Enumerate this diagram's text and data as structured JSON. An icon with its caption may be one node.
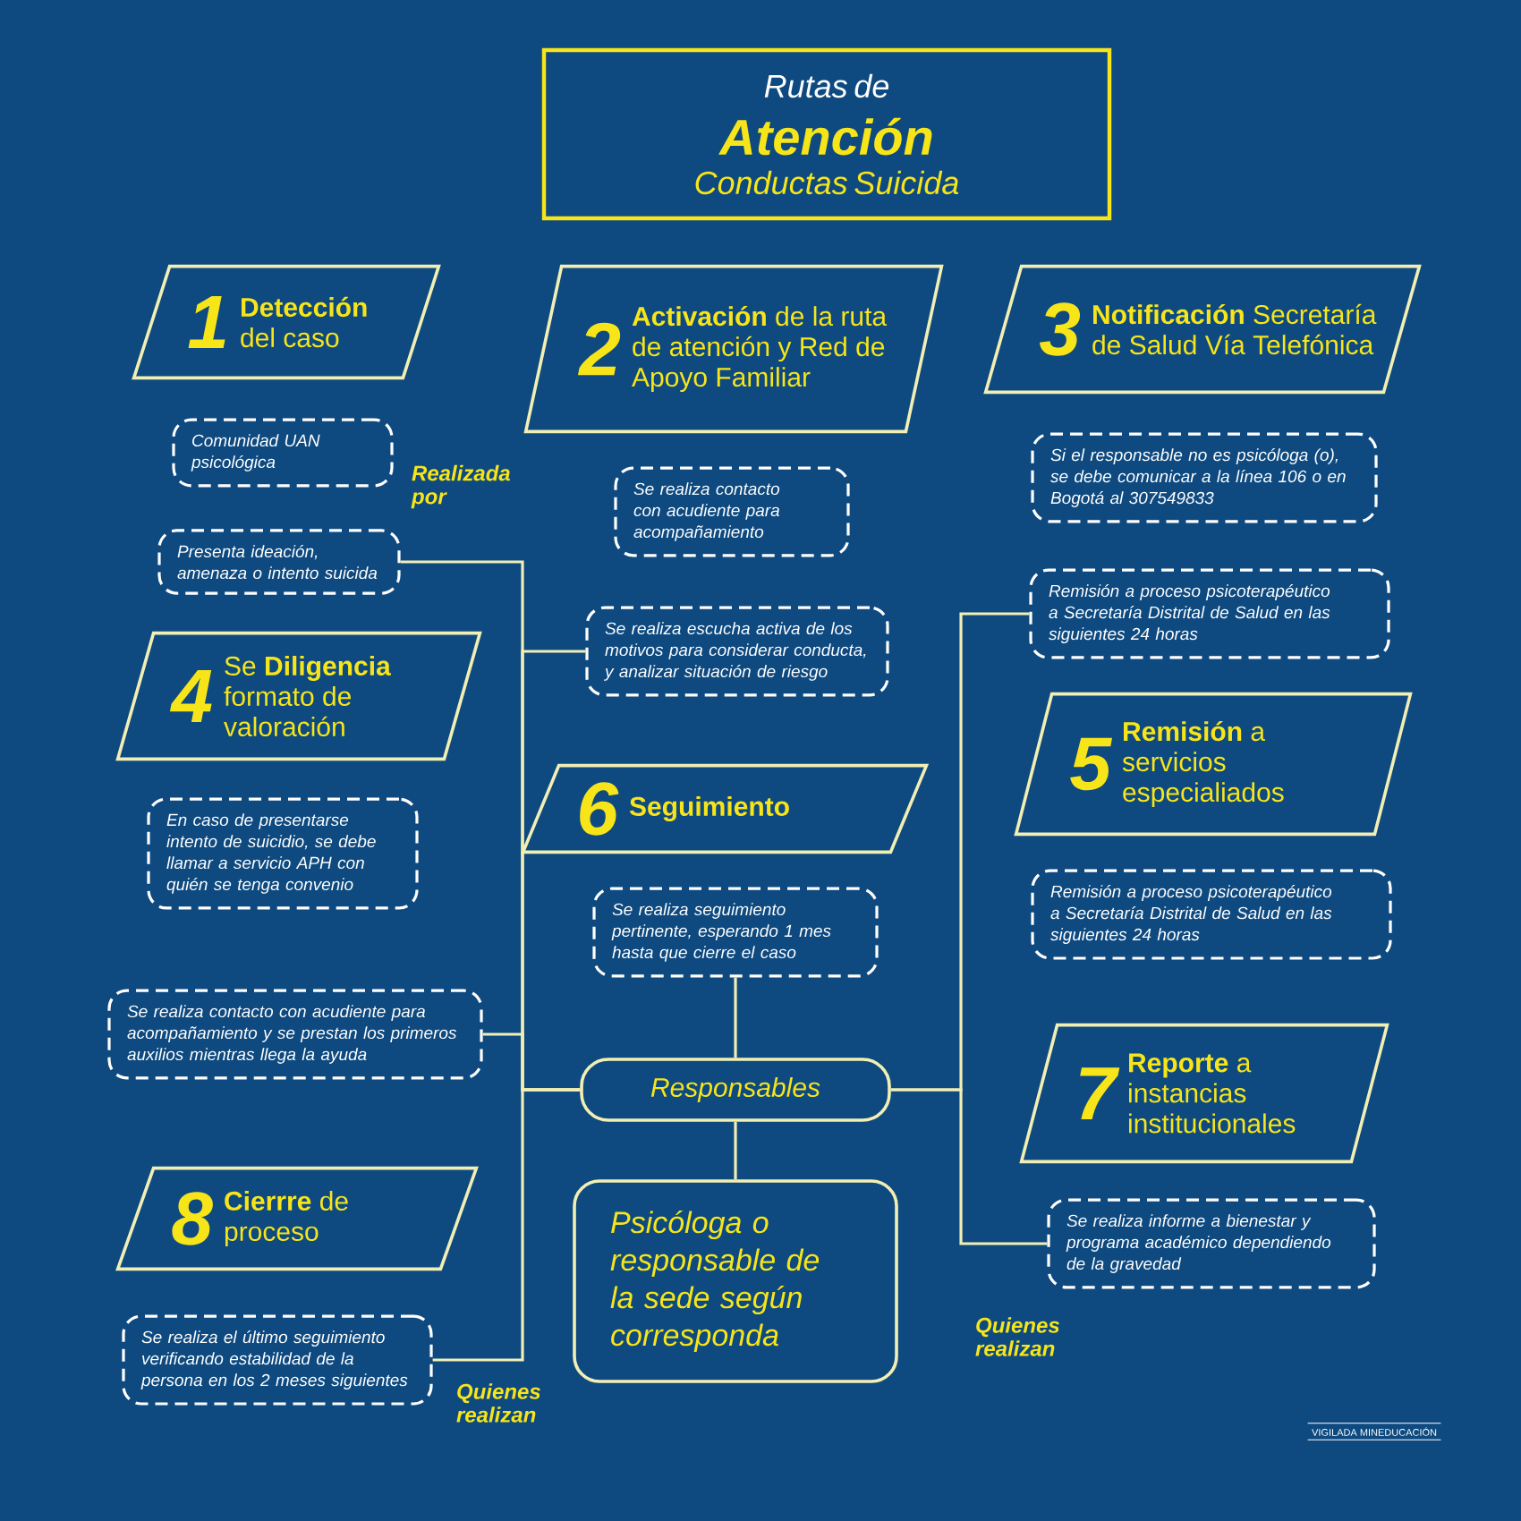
{
  "diagram": {
    "nodes": [
      {
        "text": [
          "Rutas de",
          "Atención",
          "Conductas Suicida"
        ]
      },
      {
        "text": [
          "1",
          "**Detección** del caso"
        ]
      },
      {
        "text": [
          "Comunidad UAN psicológica"
        ]
      },
      {
        "text": [
          "Presenta ideación, amenaza o intento suicida"
        ]
      },
      {
        "text": [
          "4",
          "Se **Diligencia** formato de valoración"
        ]
      },
      {
        "text": [
          "En caso de presentarse intento de suicidio, se debe llamar a servicio APH con quién se tenga convenio"
        ]
      },
      {
        "text": [
          "Se realiza contacto con acudiente para acompañamiento y se prestan los primeros auxilios mientras llega la ayuda"
        ]
      },
      {
        "text": [
          "8",
          "**Cierrre** de proceso"
        ]
      },
      {
        "text": [
          "Se realiza el último seguimiento verificando estabilidad de la persona en los 2 meses siguientes"
        ]
      },
      {
        "text": [
          "2",
          "**Activación** de la ruta de atención y Red de Apoyo Familiar"
        ]
      },
      {
        "text": [
          "Se realiza contacto con acudiente para acompañamiento"
        ]
      },
      {
        "text": [
          "Se realiza escucha activa  de los motivos para considerar conducta, y analizar situación de riesgo"
        ]
      },
      {
        "text": [
          "6",
          "**Seguimiento**"
        ]
      },
      {
        "text": [
          "Se realiza seguimiento pertinente, esperando 1 mes hasta que cierre el caso"
        ]
      },
      {
        "text": [
          "Responsables"
        ]
      },
      {
        "text": [
          "Psicóloga o responsable de la sede según corresponda"
        ]
      },
      {
        "text": [
          "3",
          "**Notificación** Secretaría de Salud Vía Telefónica"
        ]
      },
      {
        "text": [
          "Si el responsable no es psicóloga (o), se debe comunicar a la línea 106 o en Bogotá al 307549833"
        ]
      },
      {
        "text": [
          "Remisión a proceso psicoterapéutico a Secretaría Distrital de Salud en las siguientes 24 horas"
        ]
      },
      {
        "text": [
          "5",
          "**Remisión** a servicios especialiados"
        ]
      },
      {
        "text": [
          "Remisión a proceso psicoterapéutico a Secretaría Distrital de Salud en las siguientes 24 horas"
        ]
      },
      {
        "text": [
          "7",
          "**Reporte** a instancias institucionales"
        ]
      },
      {
        "text": [
          "Se realiza informe a bienestar y programa académico dependiendo de la gravedad"
        ]
      }
    ],
    "edges": [
      {
        "from": 3,
        "to": 14,
        "arrow": "none"
      },
      {
        "from": 11,
        "to": 14,
        "arrow": "none"
      },
      {
        "from": 6,
        "to": 14,
        "arrow": "none"
      },
      {
        "from": 8,
        "to": 14,
        "arrow": "none"
      },
      {
        "from": 13,
        "to": 14,
        "arrow": "none"
      },
      {
        "from": 14,
        "to": 15,
        "arrow": "none"
      },
      {
        "from": 14,
        "to": 18,
        "arrow": "none"
      },
      {
        "from": 14,
        "to": 22,
        "arrow": "none"
      }
    ],
    "labels": [
      "Realizada por",
      "Quienes realizan",
      "Quienes realizan",
      "VIGILADA MINEDUCACIÓN"
    ]
  }
}
